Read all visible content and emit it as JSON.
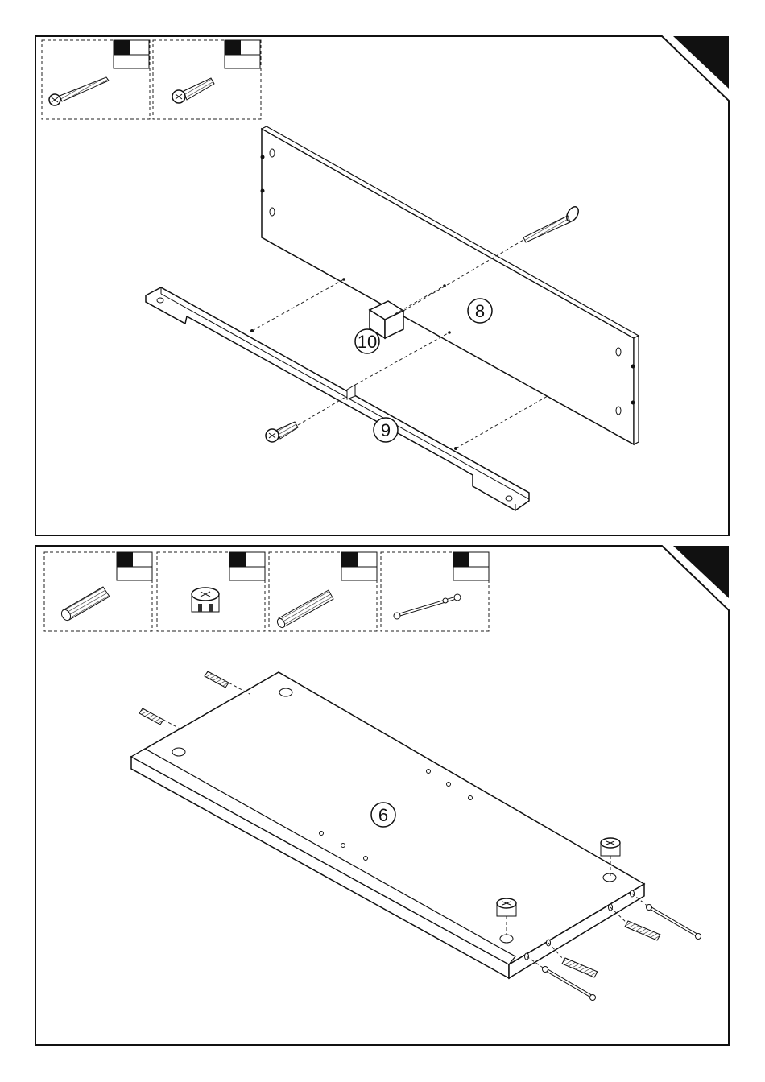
{
  "steps": [
    {
      "parts": [
        {
          "name": "long-screw",
          "icon": "long-screw-icon"
        },
        {
          "name": "short-screw",
          "icon": "short-screw-icon"
        }
      ],
      "labels": {
        "panel_a": "8",
        "rail": "9",
        "block": "10"
      }
    },
    {
      "parts": [
        {
          "name": "wooden-dowel",
          "icon": "wooden-dowel-icon"
        },
        {
          "name": "cam-lock",
          "icon": "cam-lock-icon"
        },
        {
          "name": "long-dowel",
          "icon": "long-dowel-icon"
        },
        {
          "name": "connector-bolt",
          "icon": "connector-bolt-icon"
        }
      ],
      "labels": {
        "panel": "6"
      }
    }
  ]
}
